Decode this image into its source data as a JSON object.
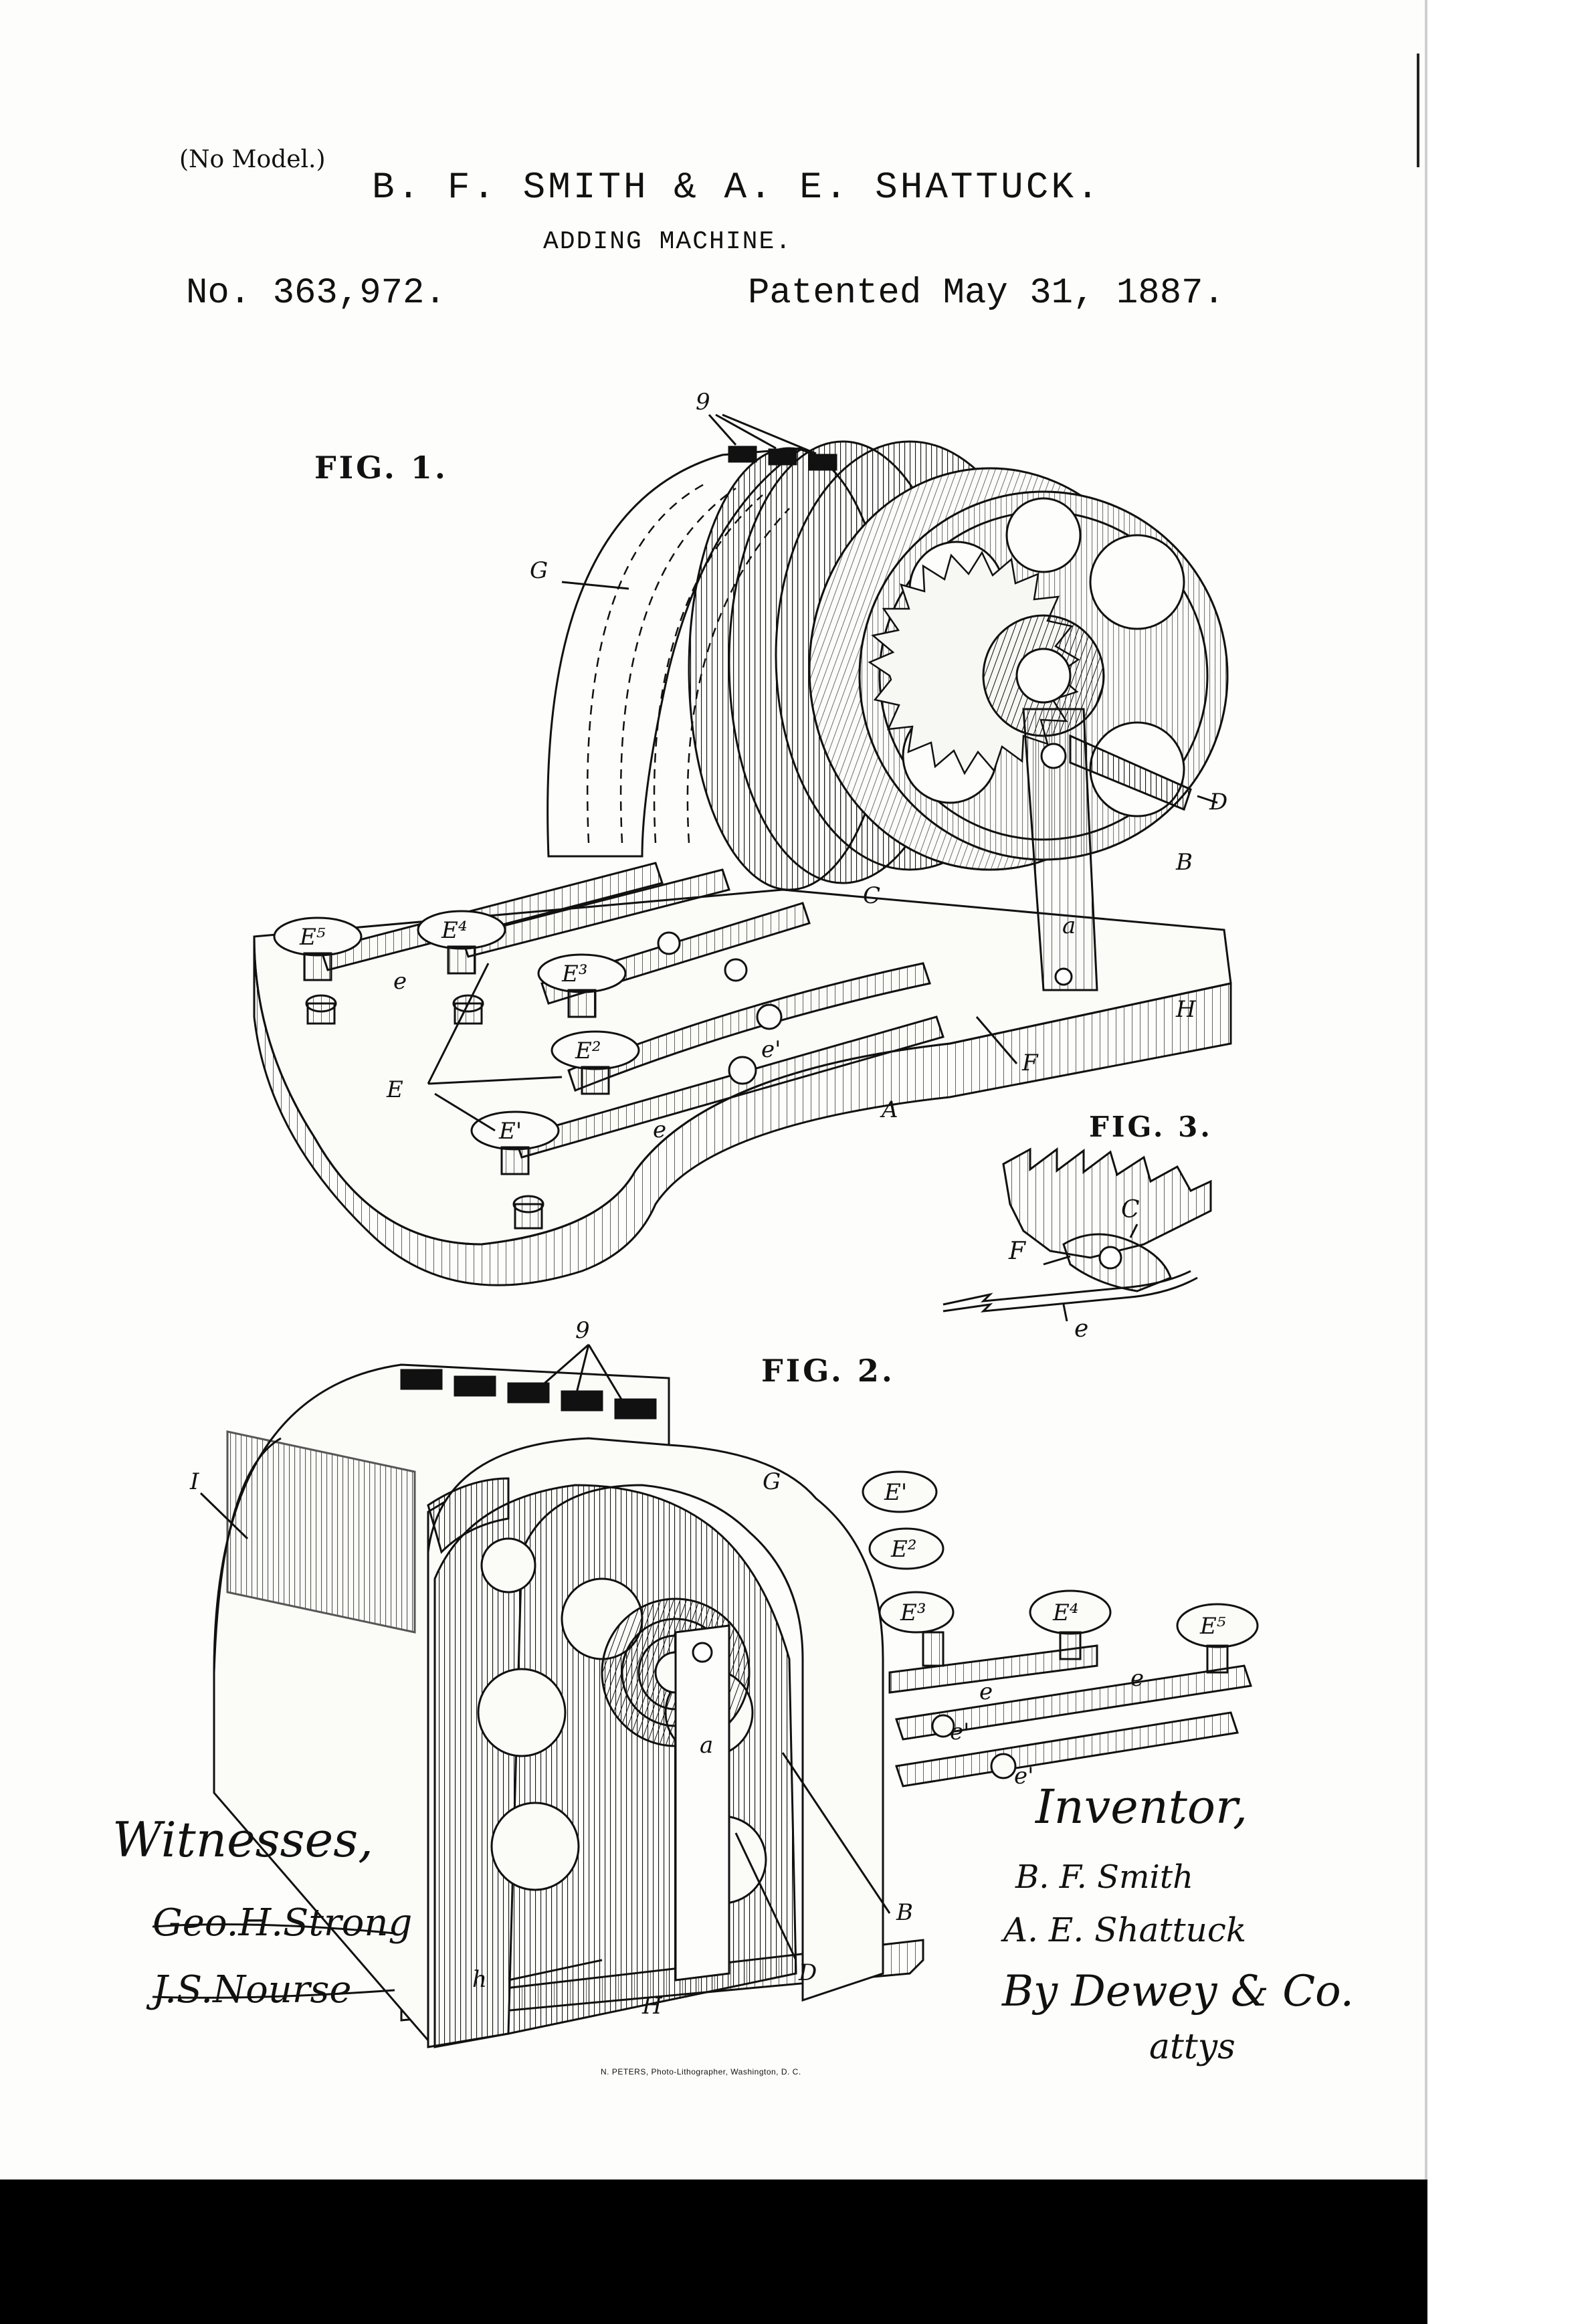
{
  "header": {
    "no_model": "(No Model.)",
    "inventors": "B. F. SMITH & A. E. SHATTUCK.",
    "title": "ADDING MACHINE.",
    "patent_number": "No. 363,972.",
    "patent_date": "Patented May 31, 1887."
  },
  "figures": {
    "fig1": "FIG. 1.",
    "fig2": "FIG. 2.",
    "fig3": "FIG. 3."
  },
  "fig1_labels": {
    "g9": "9",
    "G": "G",
    "D": "D",
    "B": "B",
    "H": "H",
    "a": "a",
    "A": "A",
    "F": "F",
    "E": "E",
    "e": "e",
    "e_prime": "e'",
    "E1": "E'",
    "E2": "E²",
    "E3": "E³",
    "E4": "E⁴",
    "E5": "E⁵",
    "C": "C"
  },
  "fig2_labels": {
    "g9": "9",
    "G": "G",
    "I": "I",
    "B": "B",
    "D": "D",
    "H": "H",
    "h": "h",
    "a": "a",
    "e": "e",
    "e_prime": "e'",
    "E1": "E'",
    "E2": "E²",
    "E3": "E³",
    "E4": "E⁴",
    "E5": "E⁵"
  },
  "fig3_labels": {
    "C": "C",
    "F": "F",
    "e": "e"
  },
  "signatures": {
    "witnesses": "Witnesses,",
    "witness_1": "Geo.H.Strong",
    "witness_2": "J.S.Nourse",
    "inventor": "Inventor,",
    "inventor_1": "B. F. Smith",
    "inventor_2": "A. E. Shattuck",
    "attorney": "By Dewey & Co.",
    "attys": "attys"
  },
  "footer": {
    "printer": "N. PETERS, Photo-Lithographer, Washington, D. C."
  }
}
